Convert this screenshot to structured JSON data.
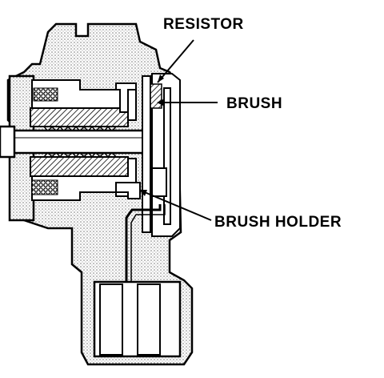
{
  "labels": {
    "resistor": "RESISTOR",
    "brush": "BRUSH",
    "brush_holder": "BRUSH HOLDER"
  },
  "colors": {
    "ink": "#000000",
    "stipple": "#cfcfcf",
    "background": "#ffffff"
  }
}
